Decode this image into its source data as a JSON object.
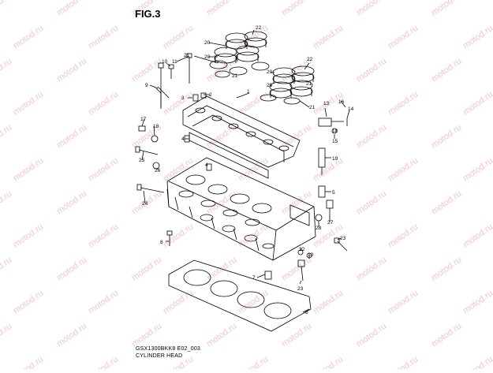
{
  "figure": {
    "title": "FIG.3",
    "code": "GSX1300BKK8 E02_003",
    "name": "CYLINDER HEAD"
  },
  "watermark": "motod.ru",
  "colors": {
    "line": "#000000",
    "watermark": "#f2c6c6",
    "background": "#ffffff"
  },
  "callouts": [
    "1",
    "2",
    "3",
    "4",
    "5",
    "6",
    "7",
    "8",
    "9",
    "10",
    "11",
    "12",
    "13",
    "14",
    "15",
    "16",
    "17",
    "18",
    "19",
    "20",
    "21",
    "22",
    "23",
    "24",
    "25",
    "26",
    "27",
    "28"
  ]
}
